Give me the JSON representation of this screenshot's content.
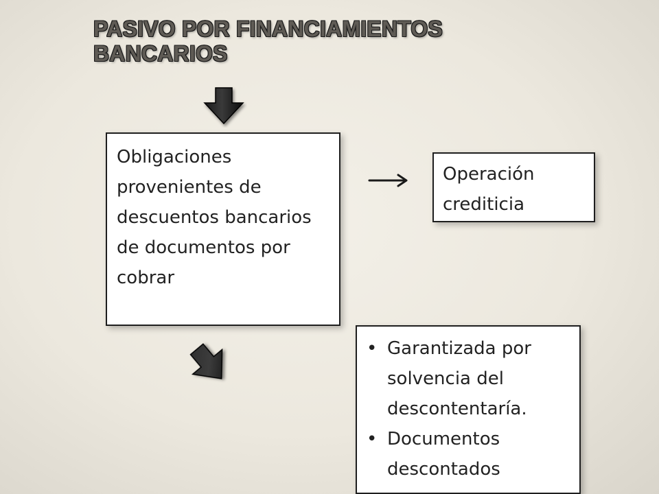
{
  "title": {
    "line1": "PASIVO POR FINANCIAMIENTOS",
    "line2": "BANCARIOS"
  },
  "boxes": {
    "main": {
      "text": "Obligaciones provenientes de descuentos bancarios de documentos por cobrar"
    },
    "operacion": {
      "text": "Operación crediticia"
    },
    "bullets": {
      "items": [
        "Garantizada por solvencia del descontentaría.",
        "Documentos descontados"
      ]
    }
  },
  "arrows": {
    "top": "down-arrow-icon",
    "right": "right-arrow-icon",
    "diagonal": "down-right-arrow-icon"
  }
}
